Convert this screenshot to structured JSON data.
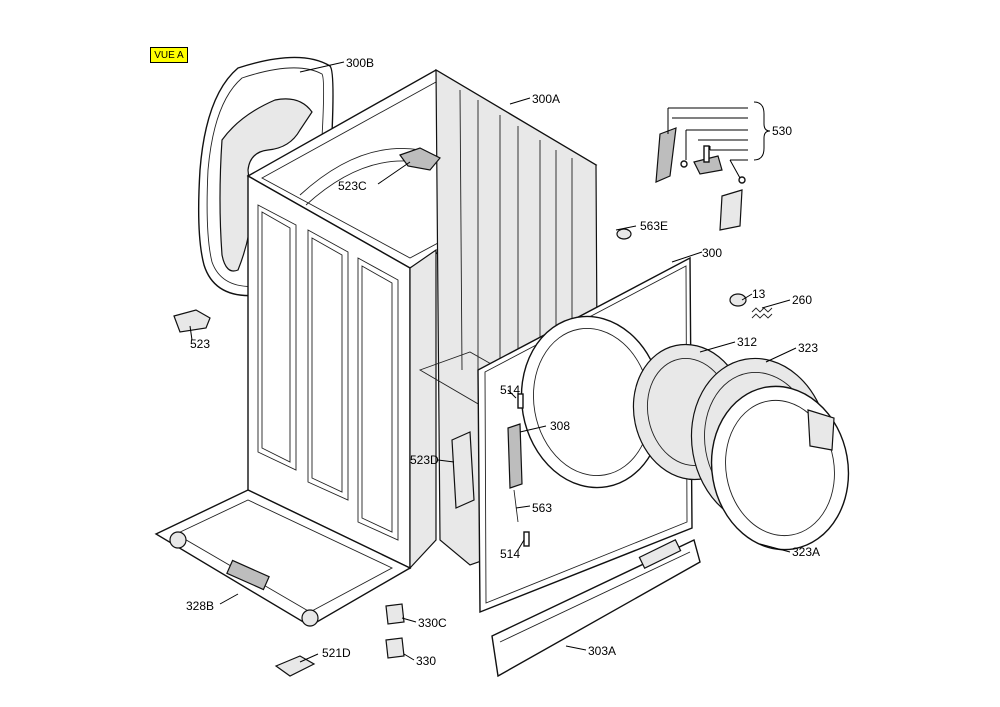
{
  "view_tag": "VUE A",
  "labels": {
    "l300B": "300B",
    "l300A": "300A",
    "l523C": "523C",
    "l530": "530",
    "l563E": "563E",
    "l300": "300",
    "l13": "13",
    "l260": "260",
    "l523": "523",
    "l312": "312",
    "l323": "323",
    "l514a": "514",
    "l308": "308",
    "l523D": "523D",
    "l563": "563",
    "l514b": "514",
    "l323A": "323A",
    "l328B": "328B",
    "l330C": "330C",
    "l521D": "521D",
    "l330": "330",
    "l303A": "303A"
  }
}
